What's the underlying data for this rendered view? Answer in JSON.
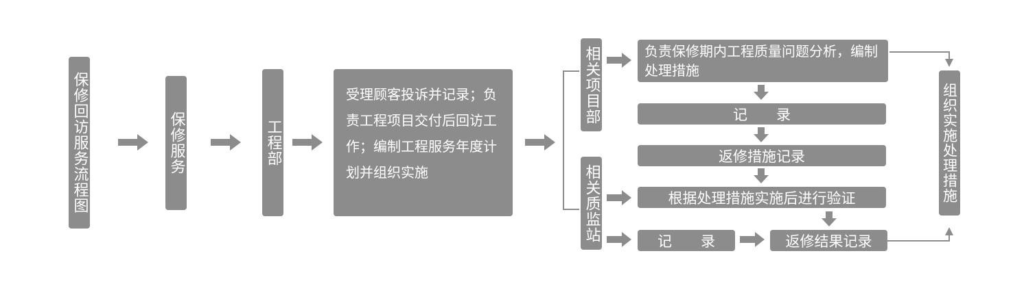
{
  "title": "保修回访服务流程图",
  "nodes": {
    "service": "保修服务",
    "engineering": "工程部",
    "engineering_duties": "受理顾客投诉并记录；负责工程项目交付后回访工作；编制工程服务年度计划并组织实施",
    "project_dept": "相关项目部",
    "quality_station": "相关质监站",
    "analysis": "负责保修期内工程质量问题分析，编制处理措施",
    "record_1": "记　　录",
    "repair_record": "返修措施记录",
    "verify": "根据处理措施实施后进行验证",
    "record_2": "记　　录",
    "result_record": "返修结果记录",
    "implement": "组织实施处理措施"
  },
  "colors": {
    "box": "#8c8c8c",
    "arrow": "#8c8c8c",
    "text": "#ffffff",
    "background": "#ffffff"
  }
}
